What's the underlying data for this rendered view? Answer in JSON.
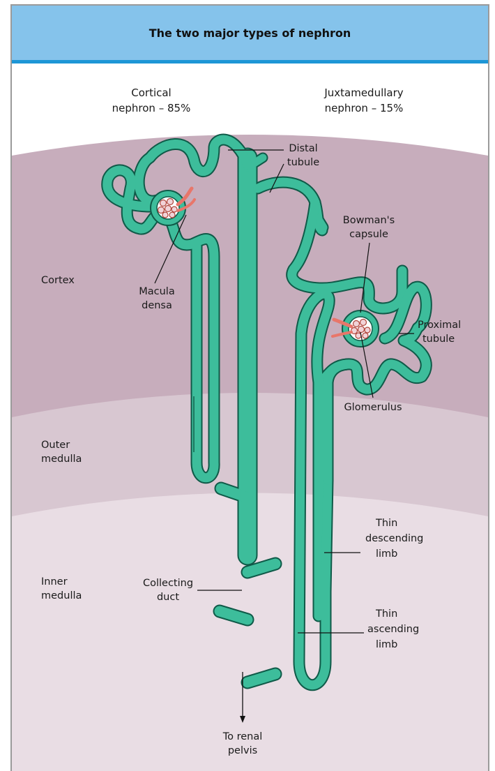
{
  "title": "The two major types of nephron",
  "nephrons": {
    "cortical": {
      "line1": "Cortical",
      "line2": "nephron – 85%"
    },
    "juxtamedullary": {
      "line1": "Juxtamedullary",
      "line2": "nephron – 15%"
    }
  },
  "zones": {
    "cortex": "Cortex",
    "outer_medulla": {
      "line1": "Outer",
      "line2": "medulla"
    },
    "inner_medulla": {
      "line1": "Inner",
      "line2": "medulla"
    }
  },
  "labels": {
    "distal_tubule": {
      "line1": "Distal",
      "line2": "tubule"
    },
    "macula_densa": {
      "line1": "Macula",
      "line2": "densa"
    },
    "bowmans_capsule": {
      "line1": "Bowman's",
      "line2": "capsule"
    },
    "proximal_tubule": {
      "line1": "Proximal",
      "line2": "tubule"
    },
    "glomerulus": "Glomerulus",
    "thin_descending": {
      "line1": "Thin",
      "line2": "descending",
      "line3": "limb"
    },
    "collecting_duct": {
      "line1": "Collecting",
      "line2": "duct"
    },
    "thin_ascending": {
      "line1": "Thin",
      "line2": "ascending",
      "line3": "limb"
    },
    "renal_pelvis": {
      "line1": "To renal",
      "line2": "pelvis"
    }
  },
  "colors": {
    "header_bg": "#85c3eb",
    "header_rule": "#1d96d6",
    "cortex": "#c7adbc",
    "outer_medulla": "#d8c7d1",
    "inner_medulla": "#e9dde4",
    "tubule_fill": "#3dbd9b",
    "tubule_outline": "#0f5a48",
    "capillary": "#e8766a"
  }
}
